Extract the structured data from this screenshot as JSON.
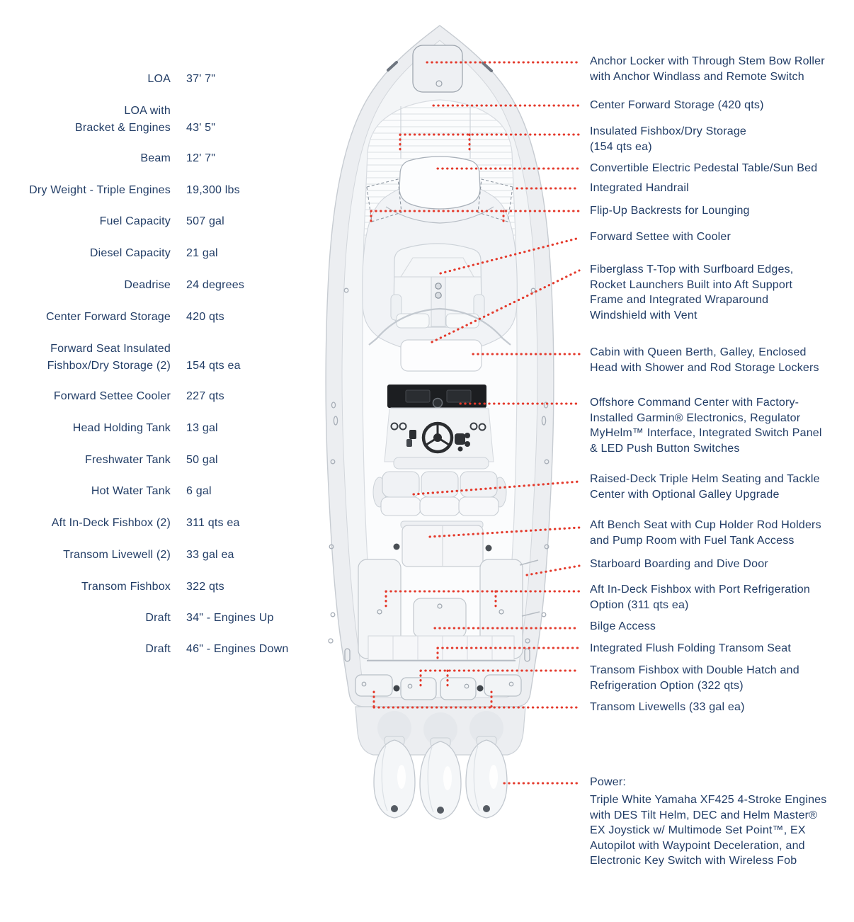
{
  "specs": [
    {
      "label": "LOA",
      "value": "37' 7\""
    },
    {
      "label": "LOA with\nBracket & Engines",
      "value": "43' 5\""
    },
    {
      "label": "Beam",
      "value": "12' 7\""
    },
    {
      "label": "Dry Weight - Triple Engines",
      "value": "19,300 lbs"
    },
    {
      "label": "Fuel Capacity",
      "value": "507 gal"
    },
    {
      "label": "Diesel Capacity",
      "value": "21 gal"
    },
    {
      "label": "Deadrise",
      "value": "24 degrees"
    },
    {
      "label": "Center Forward Storage",
      "value": "420 qts"
    },
    {
      "label": "Forward Seat Insulated\nFishbox/Dry Storage (2)",
      "value": "154 qts ea"
    },
    {
      "label": "Forward Settee Cooler",
      "value": "227 qts"
    },
    {
      "label": "Head Holding Tank",
      "value": "13 gal"
    },
    {
      "label": "Freshwater Tank",
      "value": "50 gal"
    },
    {
      "label": "Hot Water Tank",
      "value": "6 gal"
    },
    {
      "label": "Aft In-Deck Fishbox (2)",
      "value": "311 qts ea"
    },
    {
      "label": "Transom Livewell (2)",
      "value": "33 gal ea"
    },
    {
      "label": "Transom Fishbox",
      "value": "322 qts"
    },
    {
      "label": "Draft",
      "value": "34\" - Engines Up"
    },
    {
      "label": "Draft",
      "value": "46\" - Engines Down"
    }
  ],
  "callouts": [
    {
      "text": "Anchor Locker with Through Stem Bow Roller\nwith Anchor Windlass and Remote Switch"
    },
    {
      "text": "Center Forward Storage (420 qts)"
    },
    {
      "text": "Insulated Fishbox/Dry Storage\n(154 qts ea)"
    },
    {
      "text": "Convertible Electric Pedestal Table/Sun Bed"
    },
    {
      "text": "Integrated Handrail"
    },
    {
      "text": "Flip-Up Backrests for Lounging"
    },
    {
      "text": "Forward Settee with Cooler"
    },
    {
      "text": "Fiberglass T-Top with Surfboard Edges,\nRocket Launchers Built into Aft Support\nFrame and Integrated Wraparound\nWindshield with Vent"
    },
    {
      "text": "Cabin with Queen Berth, Galley, Enclosed\nHead with Shower and Rod Storage Lockers"
    },
    {
      "text": "Offshore Command Center with Factory-\nInstalled Garmin® Electronics, Regulator\nMyHelm™ Interface, Integrated Switch Panel\n& LED Push Button Switches"
    },
    {
      "text": "Raised-Deck Triple Helm Seating and Tackle\nCenter with Optional Galley Upgrade"
    },
    {
      "text": "Aft Bench Seat with Cup Holder Rod Holders\nand Pump Room with Fuel Tank Access"
    },
    {
      "text": "Starboard Boarding and Dive Door"
    },
    {
      "text": "Aft In-Deck Fishbox with Port Refrigeration\nOption (311 qts ea)"
    },
    {
      "text": "Bilge Access"
    },
    {
      "text": "Integrated Flush Folding Transom Seat"
    },
    {
      "text": "Transom Fishbox with Double Hatch and\nRefrigeration Option (322 qts)"
    },
    {
      "text": "Transom Livewells (33 gal ea)"
    }
  ],
  "power": {
    "heading": "Power:",
    "description": "Triple White Yamaha XF425 4-Stroke Engines\nwith DES Tilt Helm, DEC and Helm Master®\nEX Joystick w/ Multimode Set Point™, EX\nAutopilot with Waypoint Deceleration, and\nElectronic Key Switch with Wireless Fob"
  },
  "colors": {
    "text": "#223d66",
    "leader": "#e4392b",
    "hull_fill": "#eceef1",
    "deck_fill": "#f3f5f7",
    "cockpit_fill": "#fbfcfd"
  },
  "diagram": {
    "subject": "boat-top-view-deck-plan"
  }
}
